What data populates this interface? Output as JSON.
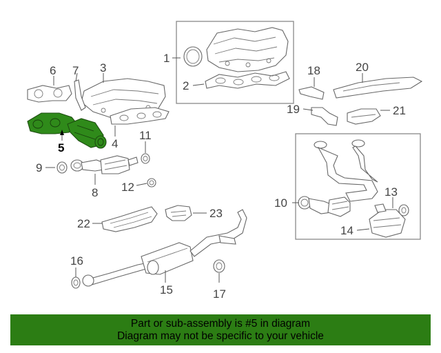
{
  "callouts": [
    {
      "id": "1",
      "label": "1"
    },
    {
      "id": "2",
      "label": "2"
    },
    {
      "id": "3",
      "label": "3"
    },
    {
      "id": "4",
      "label": "4"
    },
    {
      "id": "5",
      "label": "5"
    },
    {
      "id": "6",
      "label": "6"
    },
    {
      "id": "7",
      "label": "7"
    },
    {
      "id": "8",
      "label": "8"
    },
    {
      "id": "9",
      "label": "9"
    },
    {
      "id": "10",
      "label": "10"
    },
    {
      "id": "11",
      "label": "11"
    },
    {
      "id": "12",
      "label": "12"
    },
    {
      "id": "13",
      "label": "13"
    },
    {
      "id": "14",
      "label": "14"
    },
    {
      "id": "15",
      "label": "15"
    },
    {
      "id": "16",
      "label": "16"
    },
    {
      "id": "17",
      "label": "17"
    },
    {
      "id": "18",
      "label": "18"
    },
    {
      "id": "19",
      "label": "19"
    },
    {
      "id": "20",
      "label": "20"
    },
    {
      "id": "21",
      "label": "21"
    },
    {
      "id": "22",
      "label": "22"
    },
    {
      "id": "23",
      "label": "23"
    }
  ],
  "highlight_color": "#2f8a1a",
  "banner": {
    "line1": "Part or sub-assembly is #5 in diagram",
    "line2": "Diagram may not be specific to your vehicle",
    "background": "#2c7d14"
  }
}
